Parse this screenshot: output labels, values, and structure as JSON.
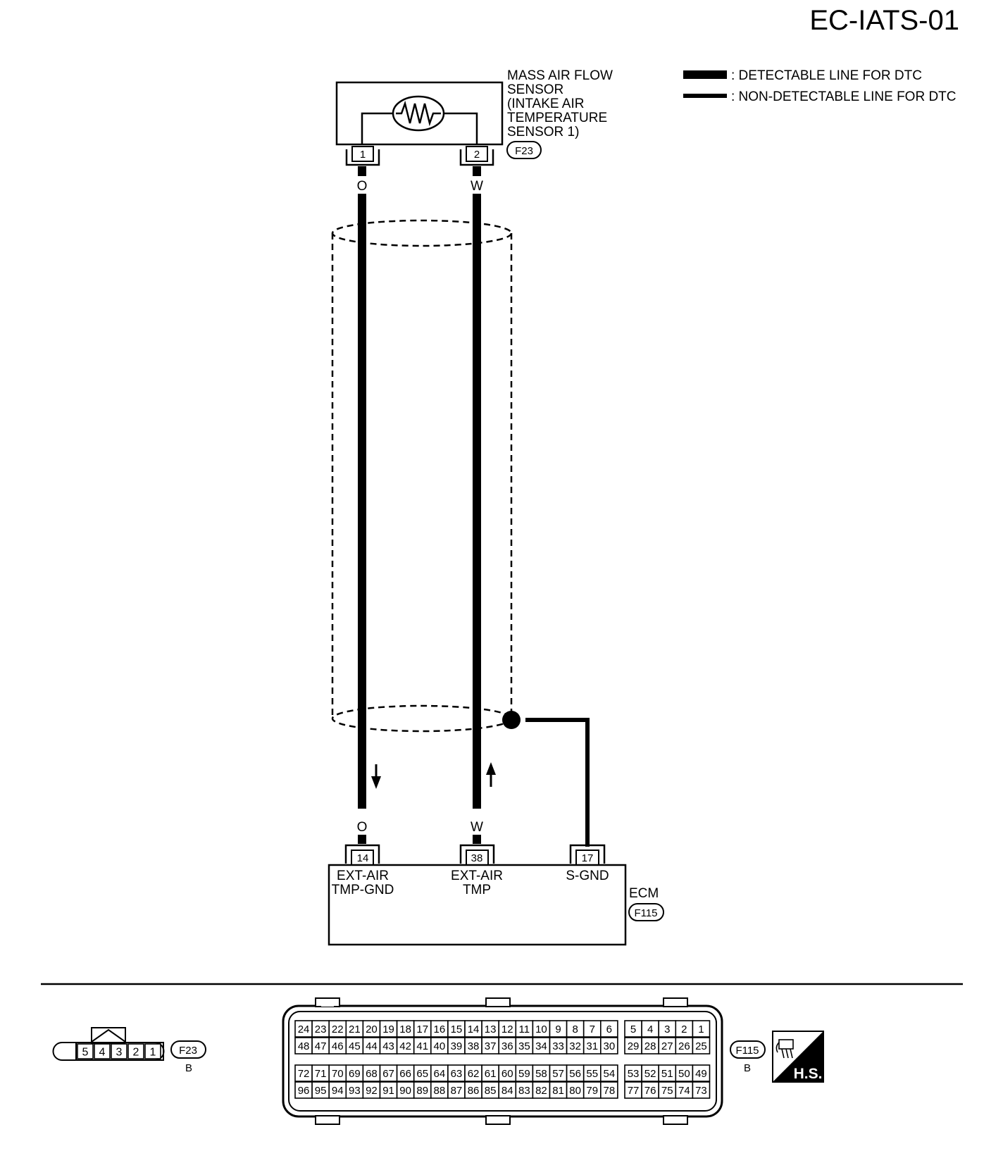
{
  "diagram_id": "EC-IATS-01",
  "legend": {
    "detectable": ": DETECTABLE LINE FOR DTC",
    "non_detectable": ": NON-DETECTABLE LINE FOR DTC"
  },
  "sensor": {
    "lines": [
      "MASS AIR FLOW",
      "SENSOR",
      "(INTAKE AIR",
      "TEMPERATURE",
      "SENSOR 1)"
    ],
    "connector": "F23",
    "pins": [
      "1",
      "2"
    ],
    "wire_colors": [
      "O",
      "W"
    ]
  },
  "ecm": {
    "name": "ECM",
    "connector": "F115",
    "pins": [
      "14",
      "38",
      "17"
    ],
    "wire_colors": [
      "O",
      "W"
    ],
    "terminal_labels": [
      [
        "EXT-AIR",
        "TMP-GND"
      ],
      [
        "EXT-AIR",
        "TMP"
      ],
      [
        "S-GND"
      ]
    ]
  },
  "connector_views": {
    "f23": {
      "id": "F23",
      "color": "B",
      "pins": [
        "5",
        "4",
        "3",
        "2",
        "1"
      ]
    },
    "f115": {
      "id": "F115",
      "color": "B",
      "rows_left": [
        [
          "24",
          "23",
          "22",
          "21",
          "20",
          "19",
          "18",
          "17",
          "16",
          "15",
          "14",
          "13",
          "12",
          "11",
          "10",
          "9",
          "8",
          "7",
          "6"
        ],
        [
          "48",
          "47",
          "46",
          "45",
          "44",
          "43",
          "42",
          "41",
          "40",
          "39",
          "38",
          "37",
          "36",
          "35",
          "34",
          "33",
          "32",
          "31",
          "30"
        ],
        [
          "72",
          "71",
          "70",
          "69",
          "68",
          "67",
          "66",
          "65",
          "64",
          "63",
          "62",
          "61",
          "60",
          "59",
          "58",
          "57",
          "56",
          "55",
          "54"
        ],
        [
          "96",
          "95",
          "94",
          "93",
          "92",
          "91",
          "90",
          "89",
          "88",
          "87",
          "86",
          "85",
          "84",
          "83",
          "82",
          "81",
          "80",
          "79",
          "78"
        ]
      ],
      "rows_right": [
        [
          "5",
          "4",
          "3",
          "2",
          "1"
        ],
        [
          "29",
          "28",
          "27",
          "26",
          "25"
        ],
        [
          "53",
          "52",
          "51",
          "50",
          "49"
        ],
        [
          "77",
          "76",
          "75",
          "74",
          "73"
        ]
      ]
    },
    "hs_badge": "H.S."
  }
}
